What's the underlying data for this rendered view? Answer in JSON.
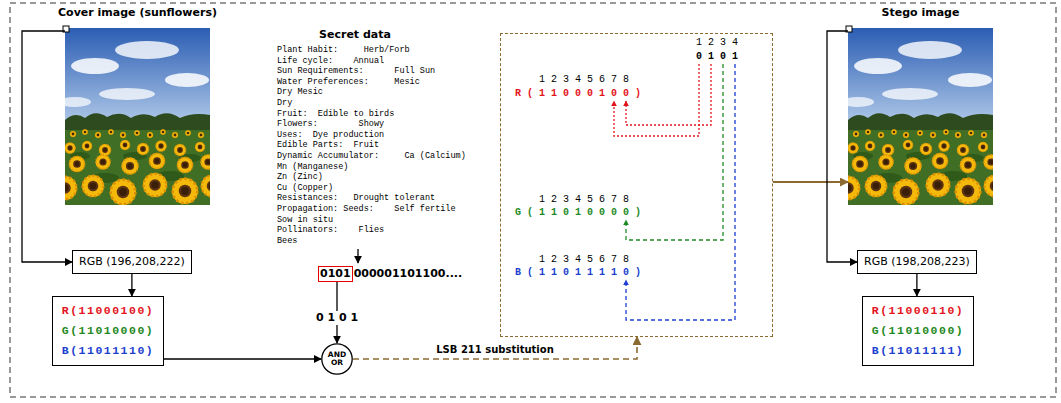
{
  "diagram": {
    "nodes": [
      {
        "text": [
          "Cover image (sunflowers)"
        ]
      },
      {
        "text": [
          "RGB (196,208,222)"
        ]
      },
      {
        "text": [
          "R(11000100)",
          "G(11010000)",
          "B(11011110)"
        ]
      },
      {
        "text": [
          "0101"
        ]
      },
      {
        "text": [
          "AND OR"
        ]
      },
      {
        "text": [
          "1 2 3 4",
          "0 1 0 1",
          "1 2 3 4 5 6 7 8",
          "R(11000100)",
          "1 2 3 4 5 6 7 8",
          "G(11010000)",
          "1 2 3 4 5 6 7 8",
          "B(11011110)"
        ]
      },
      {
        "text": [
          "Stego image"
        ]
      },
      {
        "text": [
          "RGB (198,208,223)"
        ]
      },
      {
        "text": [
          "R(11000110)",
          "G(11010000)",
          "B(11011111)"
        ]
      }
    ],
    "edges": [
      {
        "from": 0,
        "to": 1,
        "arrow": "to"
      },
      {
        "from": 1,
        "to": 2,
        "arrow": "to"
      },
      {
        "from": 2,
        "to": 4,
        "arrow": "to"
      },
      {
        "from": 3,
        "to": 4,
        "arrow": "to"
      },
      {
        "from": 4,
        "to": 5,
        "label": "LSB 211 substitution",
        "arrow": "to"
      },
      {
        "from": 5,
        "to": 6,
        "arrow": "to"
      },
      {
        "from": 6,
        "to": 7,
        "arrow": "to"
      },
      {
        "from": 7,
        "to": 8,
        "arrow": "to"
      }
    ],
    "labels": [
      "Secret data",
      "Plant Habit:     Herb/Forb",
      "Life cycle:    Annual",
      "Sun Requirements:      Full Sun",
      "Water Preferences:     Mesic",
      "Dry Mesic",
      "Dry",
      "Fruit:  Edible to birds",
      "Flowers:        Showy",
      "Uses:  Dye production",
      "Edible Parts:  Fruit",
      "Dynamic Accumulator:     Ca (Calcium)",
      "Mn (Manganese)",
      "Zn (Zinc)",
      "Cu (Copper)",
      "Resistances:   Drought tolerant",
      "Propagation: Seeds:    Self fertile",
      "Sow in situ",
      "Pollinators:    Flies",
      "Bees",
      "000001101100....",
      "0 1 0 1"
    ]
  }
}
